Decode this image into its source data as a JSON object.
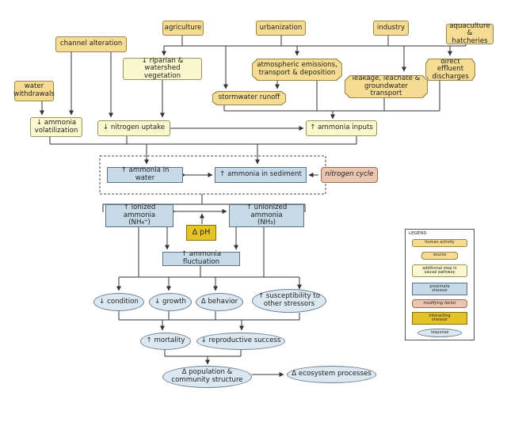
{
  "diagram": {
    "nodes": {
      "channel_alteration": "channel alteration",
      "agriculture": "agriculture",
      "urbanization": "urbanization",
      "industry": "industry",
      "aquaculture": "aquaculture\n& hatcheries",
      "water_withdrawals": "water\nwithdrawals",
      "riparian": "↓ riparian &\nwatershed vegetation",
      "atmospheric": "atmospheric emissions,\ntransport & deposition",
      "direct_effluent": "direct effluent\ndischarges",
      "leakage": "leakage, leachate &\ngroundwater transport",
      "stormwater": "stormwater runoff",
      "ammonia_volatilization": "↓ ammonia\nvolatilization",
      "nitrogen_uptake": "↓ nitrogen uptake",
      "ammonia_inputs": "↑ ammonia inputs",
      "ammonia_water": "↑ ammonia in water",
      "ammonia_sediment": "↑ ammonia in sediment",
      "nitrogen_cycle": "nitrogen cycle",
      "ionized_ammonia": "↑ ionized ammonia\n(NH₄⁺)",
      "unionized_ammonia": "↑ unionized ammonia\n(NH₃)",
      "delta_ph": "Δ pH",
      "ammonia_fluctuation": "↑ ammonia fluctuation",
      "condition": "↓ condition",
      "growth": "↓ growth",
      "behavior": "Δ behavior",
      "susceptibility": "↑ susceptibility to\nother stressors",
      "mortality": "↑ mortality",
      "reproductive_success": "↓ reproductive success",
      "population": "Δ population &\ncommunity structure",
      "ecosystem": "Δ ecosystem processes"
    },
    "legend": {
      "title": "LEGEND",
      "human_activity": "human activity",
      "source": "source",
      "additional_step": "additional step in\ncausal pathway",
      "proximate_stressor": "proximate\nstressor",
      "modifying_factor": "modifying factor",
      "interacting_stressor": "interacting\nstressor",
      "response": "response"
    },
    "colors": {
      "human_activity": "#f6dc92",
      "source": "#f6dc92",
      "additional_step": "#fbf7cf",
      "proximate_stressor": "#c6dae8",
      "modifying_factor": "#eac5b0",
      "interacting_stressor": "#e6c324",
      "response": "#dbe7f1",
      "edge": "#333333"
    }
  }
}
